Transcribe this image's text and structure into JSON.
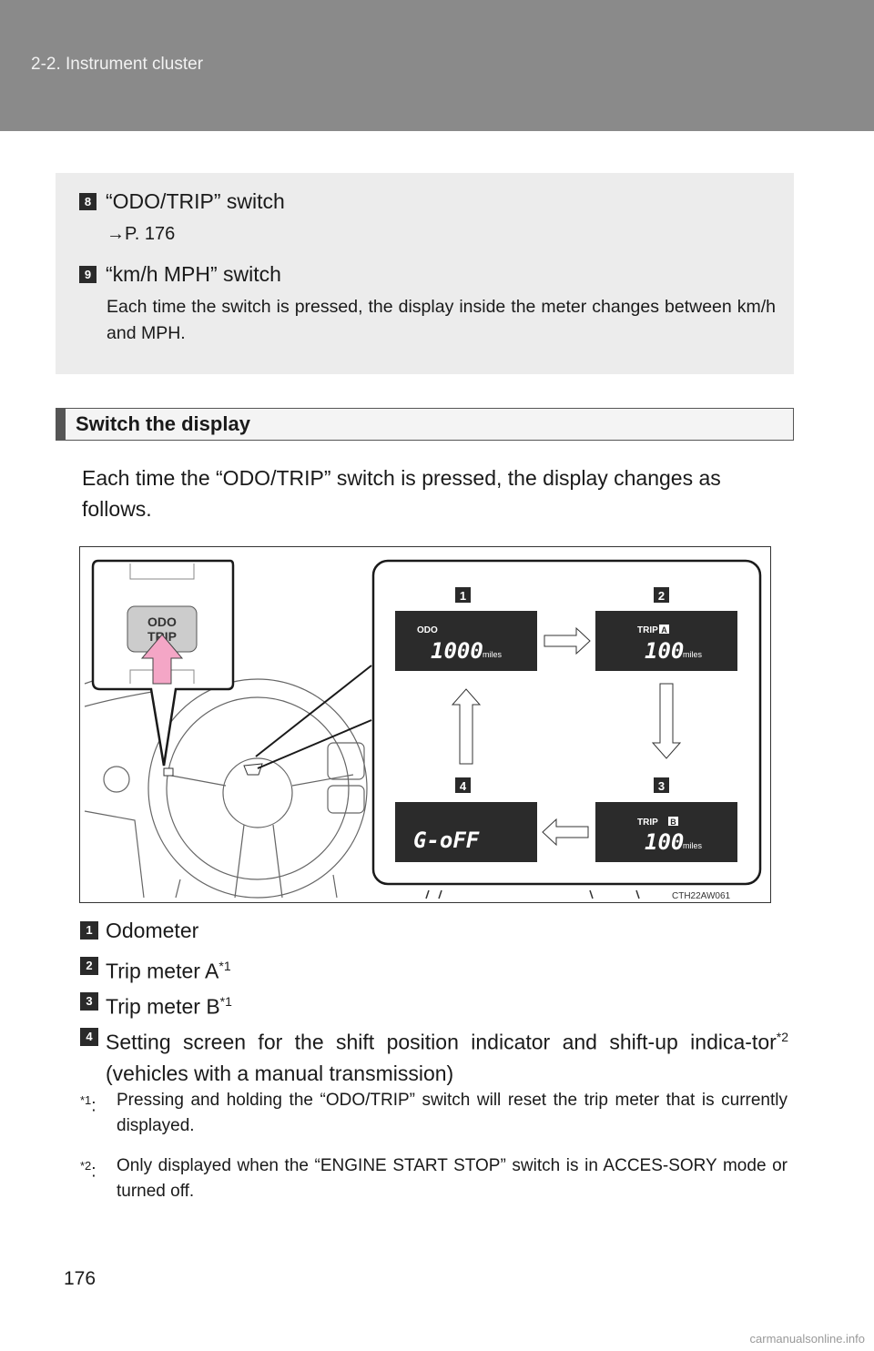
{
  "header": {
    "section": "2-2. Instrument cluster"
  },
  "info_box": {
    "items": [
      {
        "badge": "8",
        "title": "“ODO/TRIP” switch",
        "ref": "→P. 176"
      },
      {
        "badge": "9",
        "title": "“km/h MPH” switch",
        "desc": "Each time the switch is pressed, the display inside the meter changes between km/h and MPH."
      }
    ]
  },
  "section": {
    "title": "Switch the display",
    "body": "Each time the “ODO/TRIP” switch is pressed, the display changes as follows."
  },
  "figure": {
    "button_line1": "ODO",
    "button_line2": "TRIP",
    "code": "CTH22AW061",
    "screens": [
      {
        "badge": "1",
        "label": "ODO",
        "value": "1000",
        "unit": "miles"
      },
      {
        "badge": "2",
        "label": "TRIP",
        "sub": "A",
        "value": "100",
        "unit": "miles"
      },
      {
        "badge": "3",
        "label": "TRIP",
        "sub": "B",
        "value": "100",
        "unit": "miles"
      },
      {
        "badge": "4",
        "value": "G-oFF"
      }
    ]
  },
  "list": [
    {
      "badge": "1",
      "text": "Odometer"
    },
    {
      "badge": "2",
      "text": "Trip meter A",
      "sup": "*1"
    },
    {
      "badge": "3",
      "text": "Trip meter B",
      "sup": "*1"
    },
    {
      "badge": "4",
      "text_a": "Setting screen for the shift position indicator and shift-up indica-tor",
      "sup": "*2",
      "text_b": " (vehicles with a manual transmission)"
    }
  ],
  "footnotes": [
    {
      "mark": "*1",
      "text": "Pressing and holding the “ODO/TRIP” switch will reset the trip meter that is currently displayed."
    },
    {
      "mark": "*2",
      "text": "Only displayed when the “ENGINE START STOP” switch is in ACCES-SORY mode or turned off."
    }
  ],
  "page_number": "176",
  "watermark": "carmanualsonline.info"
}
